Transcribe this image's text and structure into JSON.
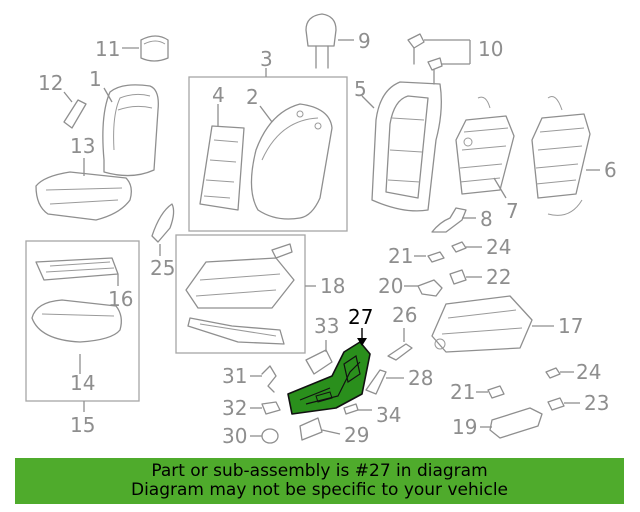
{
  "highlight": {
    "part": "27",
    "color": "#2a8f1c"
  },
  "labels": {
    "l1": "1",
    "l2": "2",
    "l3": "3",
    "l4": "4",
    "l5": "5",
    "l6": "6",
    "l7": "7",
    "l8": "8",
    "l9": "9",
    "l10": "10",
    "l11": "11",
    "l12": "12",
    "l13": "13",
    "l14": "14",
    "l15": "15",
    "l16": "16",
    "l17": "17",
    "l18": "18",
    "l19": "19",
    "l20": "20",
    "l21a": "21",
    "l21b": "21",
    "l22": "22",
    "l23": "23",
    "l24a": "24",
    "l24b": "24",
    "l25": "25",
    "l26": "26",
    "l27": "27",
    "l28": "28",
    "l29": "29",
    "l30": "30",
    "l31": "31",
    "l32": "32",
    "l33": "33",
    "l34": "34"
  },
  "caption": {
    "line1": "Part or sub-assembly is #27 in diagram",
    "line2": "Diagram may not be specific to your vehicle",
    "background": "#4fab2c"
  }
}
